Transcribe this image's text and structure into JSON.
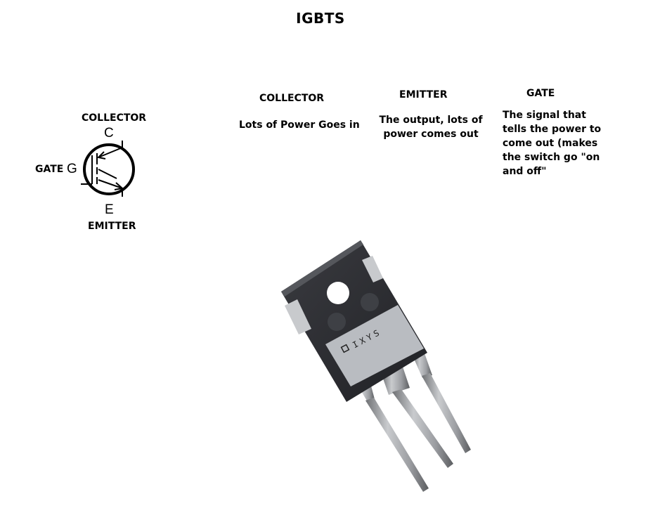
{
  "title": "IGBTS",
  "symbol": {
    "collector_label": "COLLECTOR",
    "collector_letter": "C",
    "gate_label": "GATE",
    "gate_letter": "G",
    "emitter_letter": "E",
    "emitter_label": "EMITTER"
  },
  "terminals": [
    {
      "heading": "COLLECTOR",
      "description": "Lots of Power Goes in"
    },
    {
      "heading": "EMITTER",
      "description": "The output, lots of power comes out"
    },
    {
      "heading": "GATE",
      "description": "The signal that tells the power to come out (makes the switch go \"on and off\""
    }
  ],
  "component_photo": {
    "brand_marking": "IXYS",
    "package_color": "#2b2c30",
    "label_color": "#b9bcc1",
    "lead_color": "#a7a9ac"
  }
}
